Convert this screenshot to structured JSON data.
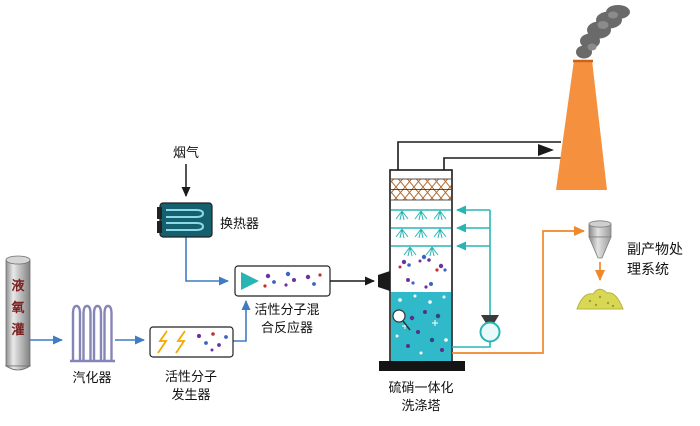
{
  "diagram": {
    "type": "process-flow",
    "labels": {
      "flue_gas": "烟气",
      "heat_exchanger": "换热器",
      "vaporizer": "汽化器",
      "lox_tank_chars": [
        "液",
        "氧",
        "灌"
      ],
      "generator_lines": [
        "活性分子",
        "发生器"
      ],
      "reactor_lines": [
        "活性分子混",
        "合反应器"
      ],
      "tower_lines": [
        "硫硝一体化",
        "洗涤塔"
      ],
      "byproduct_lines": [
        "副产物处",
        "理系统"
      ]
    },
    "colors": {
      "flow_blue": "#3f7cc4",
      "circulation_teal": "#2ab5b5",
      "byproduct_orange": "#f0882a",
      "chimney_orange": "#f5913e",
      "tower_liquid": "#2fb9c9",
      "smoke_gray": "#6a6a6a",
      "tank_label_red": "#7b2222",
      "pile_yellow": "#d8d855",
      "exchanger_body": "#14606e"
    }
  }
}
